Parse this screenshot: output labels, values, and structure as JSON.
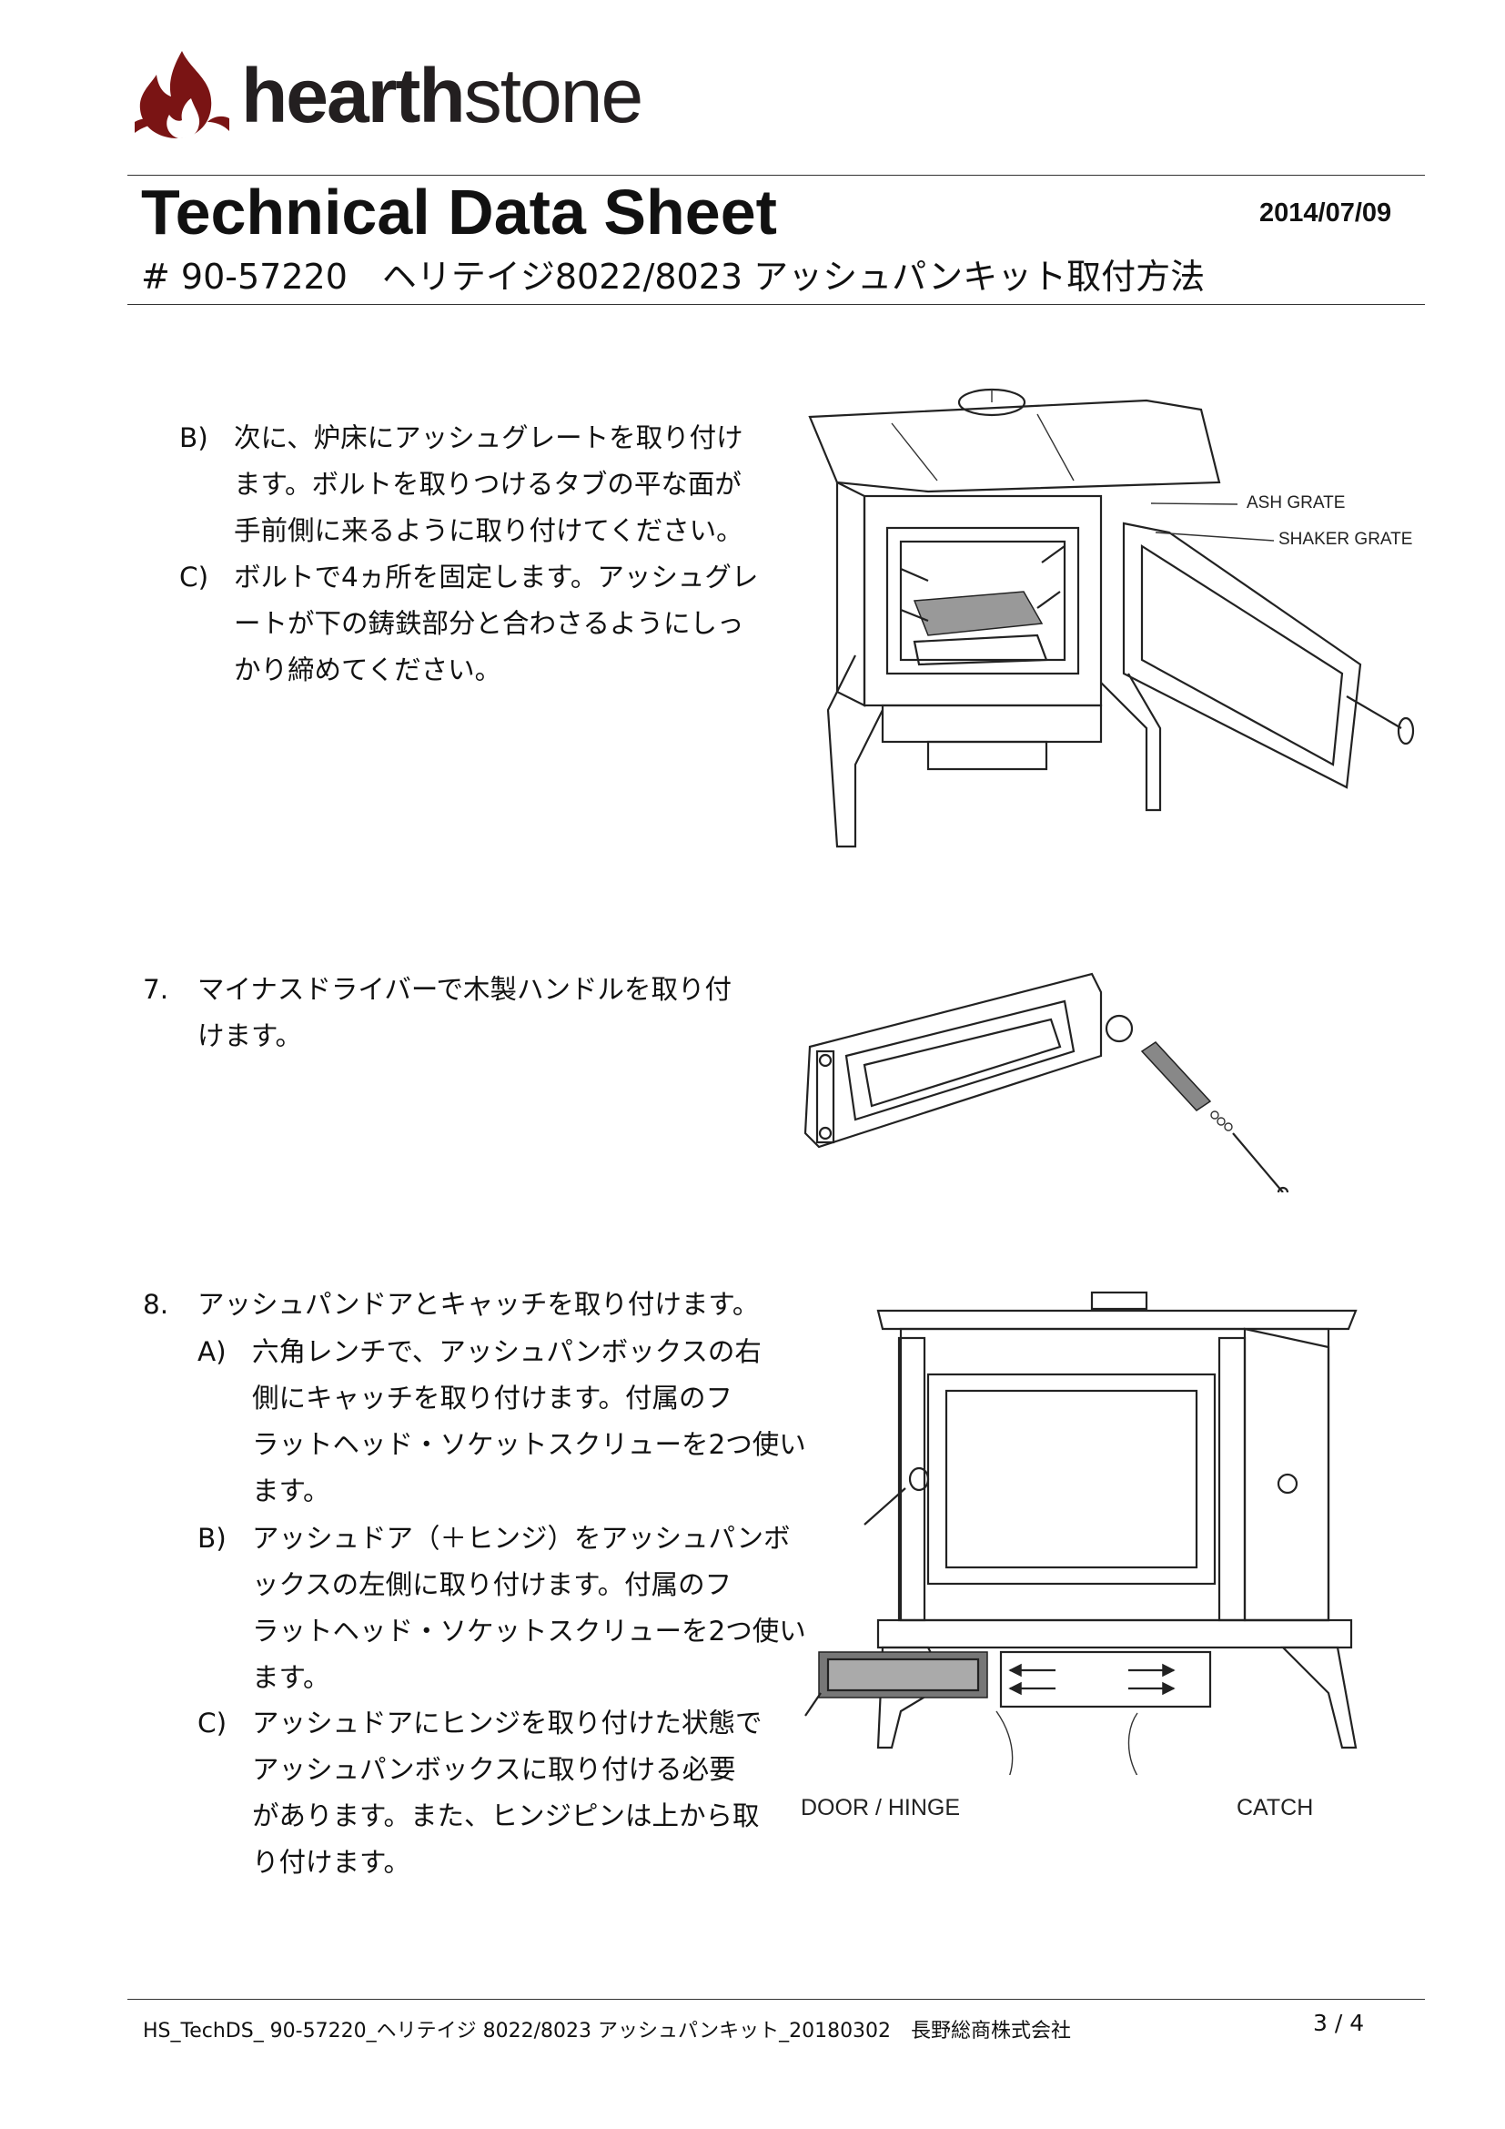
{
  "header": {
    "brand": {
      "bold": "hearth",
      "light": "stone"
    },
    "title": "Technical Data Sheet",
    "date": "2014/07/09",
    "subtitle": "# 90-57220　ヘリテイジ8022/8023 アッシュパンキット取付方法"
  },
  "steps": [
    {
      "id": "step6-sub",
      "items": [
        {
          "label": "B)",
          "lines": [
            "次に、炉床にアッシュグレートを取り付け",
            "ます。ボルトを取りつけるタブの平な面が",
            "手前側に来るように取り付けてください。"
          ]
        },
        {
          "label": "C)",
          "lines": [
            "ボルトで4ヵ所を固定します。アッシュグレ",
            "ートが下の鋳鉄部分と合わさるようにしっ",
            "かり締めてください。"
          ]
        }
      ],
      "figure_labels": [
        "ASH GRATE",
        "SHAKER GRATE"
      ]
    },
    {
      "id": "step7",
      "number": "7.",
      "lines": [
        "マイナスドライバーで木製ハンドルを取り付",
        "けます。"
      ]
    },
    {
      "id": "step8",
      "number": "8.",
      "heading": "アッシュパンドアとキャッチを取り付けます。",
      "items": [
        {
          "label": "A)",
          "lines": [
            "六角レンチで、アッシュパンボックスの右",
            "側にキャッチを取り付けます。付属のフ",
            "ラットヘッド・ソケットスクリューを2つ使い",
            "ます。"
          ]
        },
        {
          "label": "B)",
          "lines": [
            "アッシュドア（＋ヒンジ）をアッシュパンボ",
            "ックスの左側に取り付けます。付属のフ",
            "ラットヘッド・ソケットスクリューを2つ使い",
            "ます。"
          ]
        },
        {
          "label": "C)",
          "lines": [
            "アッシュドアにヒンジを取り付けた状態で",
            "アッシュパンボックスに取り付ける必要",
            "があります。また、ヒンジピンは上から取",
            "り付けます。"
          ]
        }
      ],
      "figure_labels": [
        "DOOR / HINGE",
        "CATCH"
      ]
    }
  ],
  "footer": {
    "text": "HS_TechDS_ 90-57220_ヘリテイジ 8022/8023 アッシュパンキット_20180302　長野総商株式会社",
    "page": "3 / 4"
  }
}
